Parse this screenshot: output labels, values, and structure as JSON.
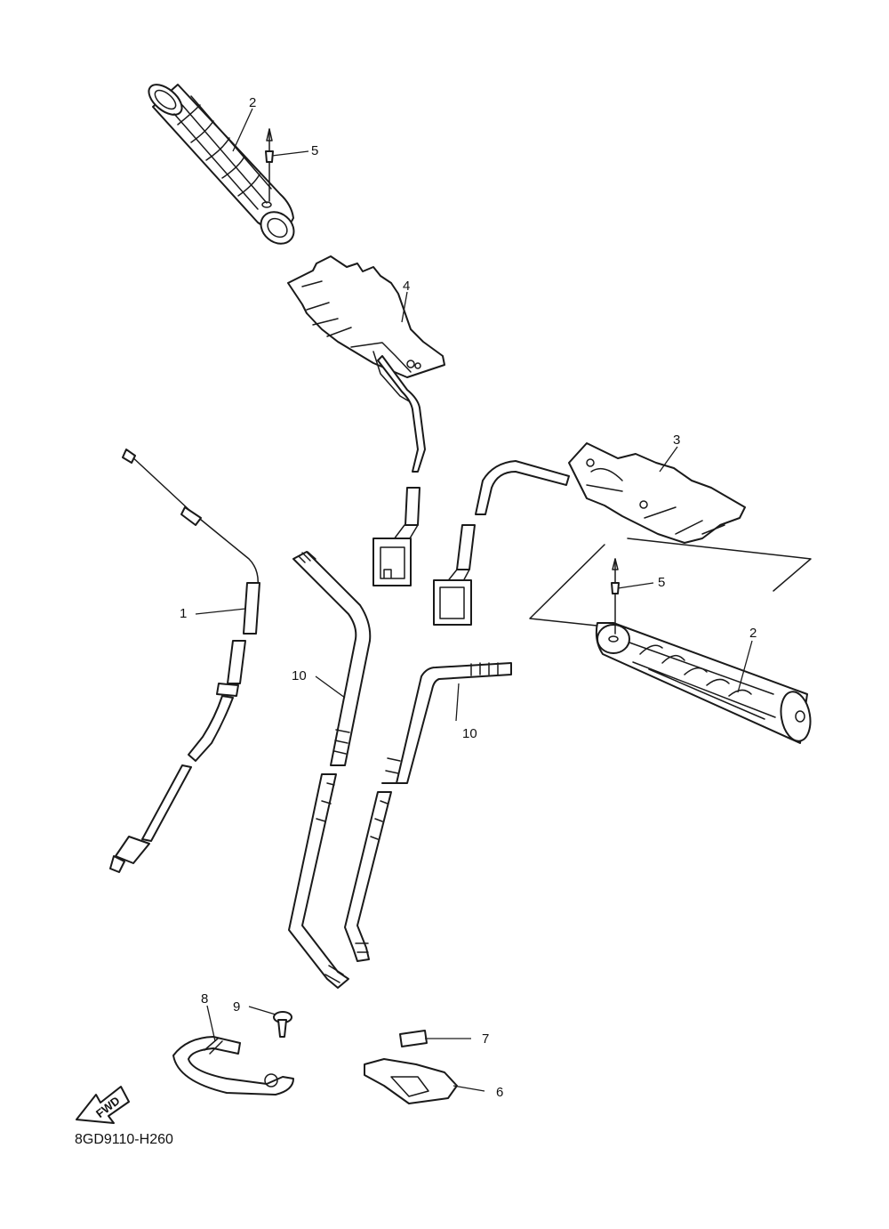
{
  "callouts": {
    "c1": "1",
    "c2_top": "2",
    "c2_right": "2",
    "c3": "3",
    "c4": "4",
    "c5_top": "5",
    "c5_right": "5",
    "c6": "6",
    "c7": "7",
    "c8": "8",
    "c9": "9",
    "c10_left": "10",
    "c10_right": "10"
  },
  "direction_label": "FWD",
  "drawing_code": "8GD9110-H260"
}
